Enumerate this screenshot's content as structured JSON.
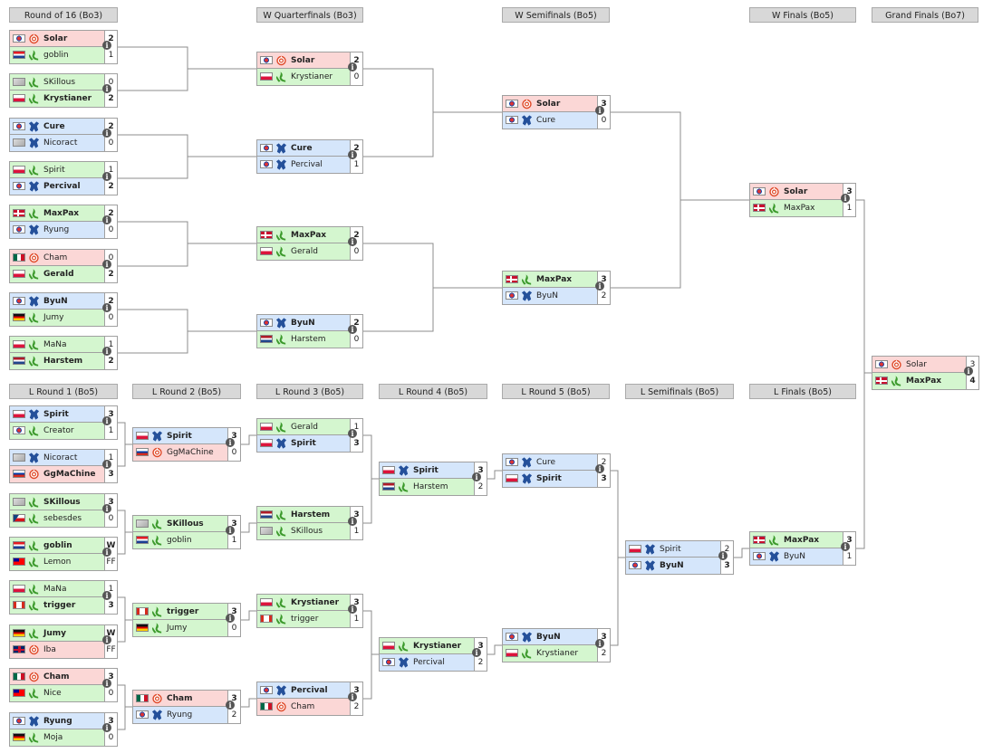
{
  "headers": [
    "Round of 16 (Bo3)",
    "W Quarterfinals (Bo3)",
    "W Semifinals (Bo5)",
    "W Finals (Bo5)",
    "Grand Finals (Bo7)",
    "L Round 1 (Bo5)",
    "L Round 2 (Bo5)",
    "L Round 3 (Bo5)",
    "L Round 4 (Bo5)",
    "L Round 5 (Bo5)",
    "L Semifinals (Bo5)",
    "L Finals (Bo5)"
  ],
  "colors": {
    "zerg": "#fbd7d6",
    "terran": "#d5e6fb",
    "protoss": "#d4f6cf",
    "border": "#a0a0a0",
    "header": "#d8d8d8"
  },
  "matches": [
    {
      "id": "r16-1",
      "p": [
        {
          "n": "Solar",
          "f": "kr",
          "r": "Z",
          "s": "2",
          "w": true
        },
        {
          "n": "goblin",
          "f": "hr",
          "r": "P",
          "s": "1"
        }
      ]
    },
    {
      "id": "r16-2",
      "p": [
        {
          "n": "SKillous",
          "f": "un",
          "r": "P",
          "s": "0"
        },
        {
          "n": "Krystianer",
          "f": "pl",
          "r": "P",
          "s": "2",
          "w": true
        }
      ]
    },
    {
      "id": "r16-3",
      "p": [
        {
          "n": "Cure",
          "f": "kr",
          "r": "T",
          "s": "2",
          "w": true
        },
        {
          "n": "Nicoract",
          "f": "un",
          "r": "T",
          "s": "0"
        }
      ]
    },
    {
      "id": "r16-4",
      "p": [
        {
          "n": "Spirit",
          "f": "pl",
          "r": "P",
          "s": "1"
        },
        {
          "n": "Percival",
          "f": "kr",
          "r": "T",
          "s": "2",
          "w": true
        }
      ]
    },
    {
      "id": "r16-5",
      "p": [
        {
          "n": "MaxPax",
          "f": "dk",
          "r": "P",
          "s": "2",
          "w": true
        },
        {
          "n": "Ryung",
          "f": "kr",
          "r": "T",
          "s": "0"
        }
      ]
    },
    {
      "id": "r16-6",
      "p": [
        {
          "n": "Cham",
          "f": "mx",
          "r": "Z",
          "s": "0"
        },
        {
          "n": "Gerald",
          "f": "pl",
          "r": "P",
          "s": "2",
          "w": true
        }
      ]
    },
    {
      "id": "r16-7",
      "p": [
        {
          "n": "ByuN",
          "f": "kr",
          "r": "T",
          "s": "2",
          "w": true
        },
        {
          "n": "Jumy",
          "f": "de",
          "r": "P",
          "s": "0"
        }
      ]
    },
    {
      "id": "r16-8",
      "p": [
        {
          "n": "MaNa",
          "f": "pl",
          "r": "P",
          "s": "1"
        },
        {
          "n": "Harstem",
          "f": "nl",
          "r": "P",
          "s": "2",
          "w": true
        }
      ]
    },
    {
      "id": "wqf-1",
      "p": [
        {
          "n": "Solar",
          "f": "kr",
          "r": "Z",
          "s": "2",
          "w": true
        },
        {
          "n": "Krystianer",
          "f": "pl",
          "r": "P",
          "s": "0"
        }
      ]
    },
    {
      "id": "wqf-2",
      "p": [
        {
          "n": "Cure",
          "f": "kr",
          "r": "T",
          "s": "2",
          "w": true
        },
        {
          "n": "Percival",
          "f": "kr",
          "r": "T",
          "s": "1"
        }
      ]
    },
    {
      "id": "wqf-3",
      "p": [
        {
          "n": "MaxPax",
          "f": "dk",
          "r": "P",
          "s": "2",
          "w": true
        },
        {
          "n": "Gerald",
          "f": "pl",
          "r": "P",
          "s": "0"
        }
      ]
    },
    {
      "id": "wqf-4",
      "p": [
        {
          "n": "ByuN",
          "f": "kr",
          "r": "T",
          "s": "2",
          "w": true
        },
        {
          "n": "Harstem",
          "f": "nl",
          "r": "P",
          "s": "0"
        }
      ]
    },
    {
      "id": "wsf-1",
      "p": [
        {
          "n": "Solar",
          "f": "kr",
          "r": "Z",
          "s": "3",
          "w": true
        },
        {
          "n": "Cure",
          "f": "kr",
          "r": "T",
          "s": "0"
        }
      ]
    },
    {
      "id": "wsf-2",
      "p": [
        {
          "n": "MaxPax",
          "f": "dk",
          "r": "P",
          "s": "3",
          "w": true
        },
        {
          "n": "ByuN",
          "f": "kr",
          "r": "T",
          "s": "2"
        }
      ]
    },
    {
      "id": "wf",
      "p": [
        {
          "n": "Solar",
          "f": "kr",
          "r": "Z",
          "s": "3",
          "w": true
        },
        {
          "n": "MaxPax",
          "f": "dk",
          "r": "P",
          "s": "1"
        }
      ]
    },
    {
      "id": "gf",
      "p": [
        {
          "n": "Solar",
          "f": "kr",
          "r": "Z",
          "s": "3"
        },
        {
          "n": "MaxPax",
          "f": "dk",
          "r": "P",
          "s": "4",
          "w": true
        }
      ]
    },
    {
      "id": "lr1-1",
      "p": [
        {
          "n": "Spirit",
          "f": "pl",
          "r": "T",
          "s": "3",
          "w": true
        },
        {
          "n": "Creator",
          "f": "kr",
          "r": "P",
          "s": "1"
        }
      ]
    },
    {
      "id": "lr1-2",
      "p": [
        {
          "n": "Nicoract",
          "f": "un",
          "r": "T",
          "s": "1"
        },
        {
          "n": "GgMaChine",
          "f": "ru",
          "r": "Z",
          "s": "3",
          "w": true
        }
      ]
    },
    {
      "id": "lr1-3",
      "p": [
        {
          "n": "SKillous",
          "f": "un",
          "r": "P",
          "s": "3",
          "w": true
        },
        {
          "n": "sebesdes",
          "f": "cz",
          "r": "P",
          "s": "0"
        }
      ]
    },
    {
      "id": "lr1-4",
      "p": [
        {
          "n": "goblin",
          "f": "hr",
          "r": "P",
          "s": "W",
          "w": true
        },
        {
          "n": "Lemon",
          "f": "tw",
          "r": "P",
          "s": "FF"
        }
      ]
    },
    {
      "id": "lr1-5",
      "p": [
        {
          "n": "MaNa",
          "f": "pl",
          "r": "P",
          "s": "1"
        },
        {
          "n": "trigger",
          "f": "ca",
          "r": "P",
          "s": "3",
          "w": true
        }
      ]
    },
    {
      "id": "lr1-6",
      "p": [
        {
          "n": "Jumy",
          "f": "de",
          "r": "P",
          "s": "W",
          "w": true
        },
        {
          "n": "Iba",
          "f": "gb",
          "r": "Z",
          "s": "FF"
        }
      ]
    },
    {
      "id": "lr1-7",
      "p": [
        {
          "n": "Cham",
          "f": "mx",
          "r": "Z",
          "s": "3",
          "w": true
        },
        {
          "n": "Nice",
          "f": "tw",
          "r": "P",
          "s": "0"
        }
      ]
    },
    {
      "id": "lr1-8",
      "p": [
        {
          "n": "Ryung",
          "f": "kr",
          "r": "T",
          "s": "3",
          "w": true
        },
        {
          "n": "Moja",
          "f": "de",
          "r": "P",
          "s": "0"
        }
      ]
    },
    {
      "id": "lr2-1",
      "p": [
        {
          "n": "Spirit",
          "f": "pl",
          "r": "T",
          "s": "3",
          "w": true
        },
        {
          "n": "GgMaChine",
          "f": "ru",
          "r": "Z",
          "s": "0"
        }
      ]
    },
    {
      "id": "lr2-2",
      "p": [
        {
          "n": "SKillous",
          "f": "un",
          "r": "P",
          "s": "3",
          "w": true
        },
        {
          "n": "goblin",
          "f": "hr",
          "r": "P",
          "s": "1"
        }
      ]
    },
    {
      "id": "lr2-3",
      "p": [
        {
          "n": "trigger",
          "f": "ca",
          "r": "P",
          "s": "3",
          "w": true
        },
        {
          "n": "Jumy",
          "f": "de",
          "r": "P",
          "s": "0"
        }
      ]
    },
    {
      "id": "lr2-4",
      "p": [
        {
          "n": "Cham",
          "f": "mx",
          "r": "Z",
          "s": "3",
          "w": true
        },
        {
          "n": "Ryung",
          "f": "kr",
          "r": "T",
          "s": "2"
        }
      ]
    },
    {
      "id": "lr3-1",
      "p": [
        {
          "n": "Gerald",
          "f": "pl",
          "r": "P",
          "s": "1"
        },
        {
          "n": "Spirit",
          "f": "pl",
          "r": "T",
          "s": "3",
          "w": true
        }
      ]
    },
    {
      "id": "lr3-2",
      "p": [
        {
          "n": "Harstem",
          "f": "nl",
          "r": "P",
          "s": "3",
          "w": true
        },
        {
          "n": "SKillous",
          "f": "un",
          "r": "P",
          "s": "1"
        }
      ]
    },
    {
      "id": "lr3-3",
      "p": [
        {
          "n": "Krystianer",
          "f": "pl",
          "r": "P",
          "s": "3",
          "w": true
        },
        {
          "n": "trigger",
          "f": "ca",
          "r": "P",
          "s": "1"
        }
      ]
    },
    {
      "id": "lr3-4",
      "p": [
        {
          "n": "Percival",
          "f": "kr",
          "r": "T",
          "s": "3",
          "w": true
        },
        {
          "n": "Cham",
          "f": "mx",
          "r": "Z",
          "s": "2"
        }
      ]
    },
    {
      "id": "lr4-1",
      "p": [
        {
          "n": "Spirit",
          "f": "pl",
          "r": "T",
          "s": "3",
          "w": true
        },
        {
          "n": "Harstem",
          "f": "nl",
          "r": "P",
          "s": "2"
        }
      ]
    },
    {
      "id": "lr4-2",
      "p": [
        {
          "n": "Krystianer",
          "f": "pl",
          "r": "P",
          "s": "3",
          "w": true
        },
        {
          "n": "Percival",
          "f": "kr",
          "r": "T",
          "s": "2"
        }
      ]
    },
    {
      "id": "lr5-1",
      "p": [
        {
          "n": "Cure",
          "f": "kr",
          "r": "T",
          "s": "2"
        },
        {
          "n": "Spirit",
          "f": "pl",
          "r": "T",
          "s": "3",
          "w": true
        }
      ]
    },
    {
      "id": "lr5-2",
      "p": [
        {
          "n": "ByuN",
          "f": "kr",
          "r": "T",
          "s": "3",
          "w": true
        },
        {
          "n": "Krystianer",
          "f": "pl",
          "r": "P",
          "s": "2"
        }
      ]
    },
    {
      "id": "lsf",
      "p": [
        {
          "n": "Spirit",
          "f": "pl",
          "r": "T",
          "s": "2"
        },
        {
          "n": "ByuN",
          "f": "kr",
          "r": "T",
          "s": "3",
          "w": true
        }
      ]
    },
    {
      "id": "lf",
      "p": [
        {
          "n": "MaxPax",
          "f": "dk",
          "r": "P",
          "s": "3",
          "w": true
        },
        {
          "n": "ByuN",
          "f": "kr",
          "r": "T",
          "s": "1"
        }
      ]
    }
  ]
}
